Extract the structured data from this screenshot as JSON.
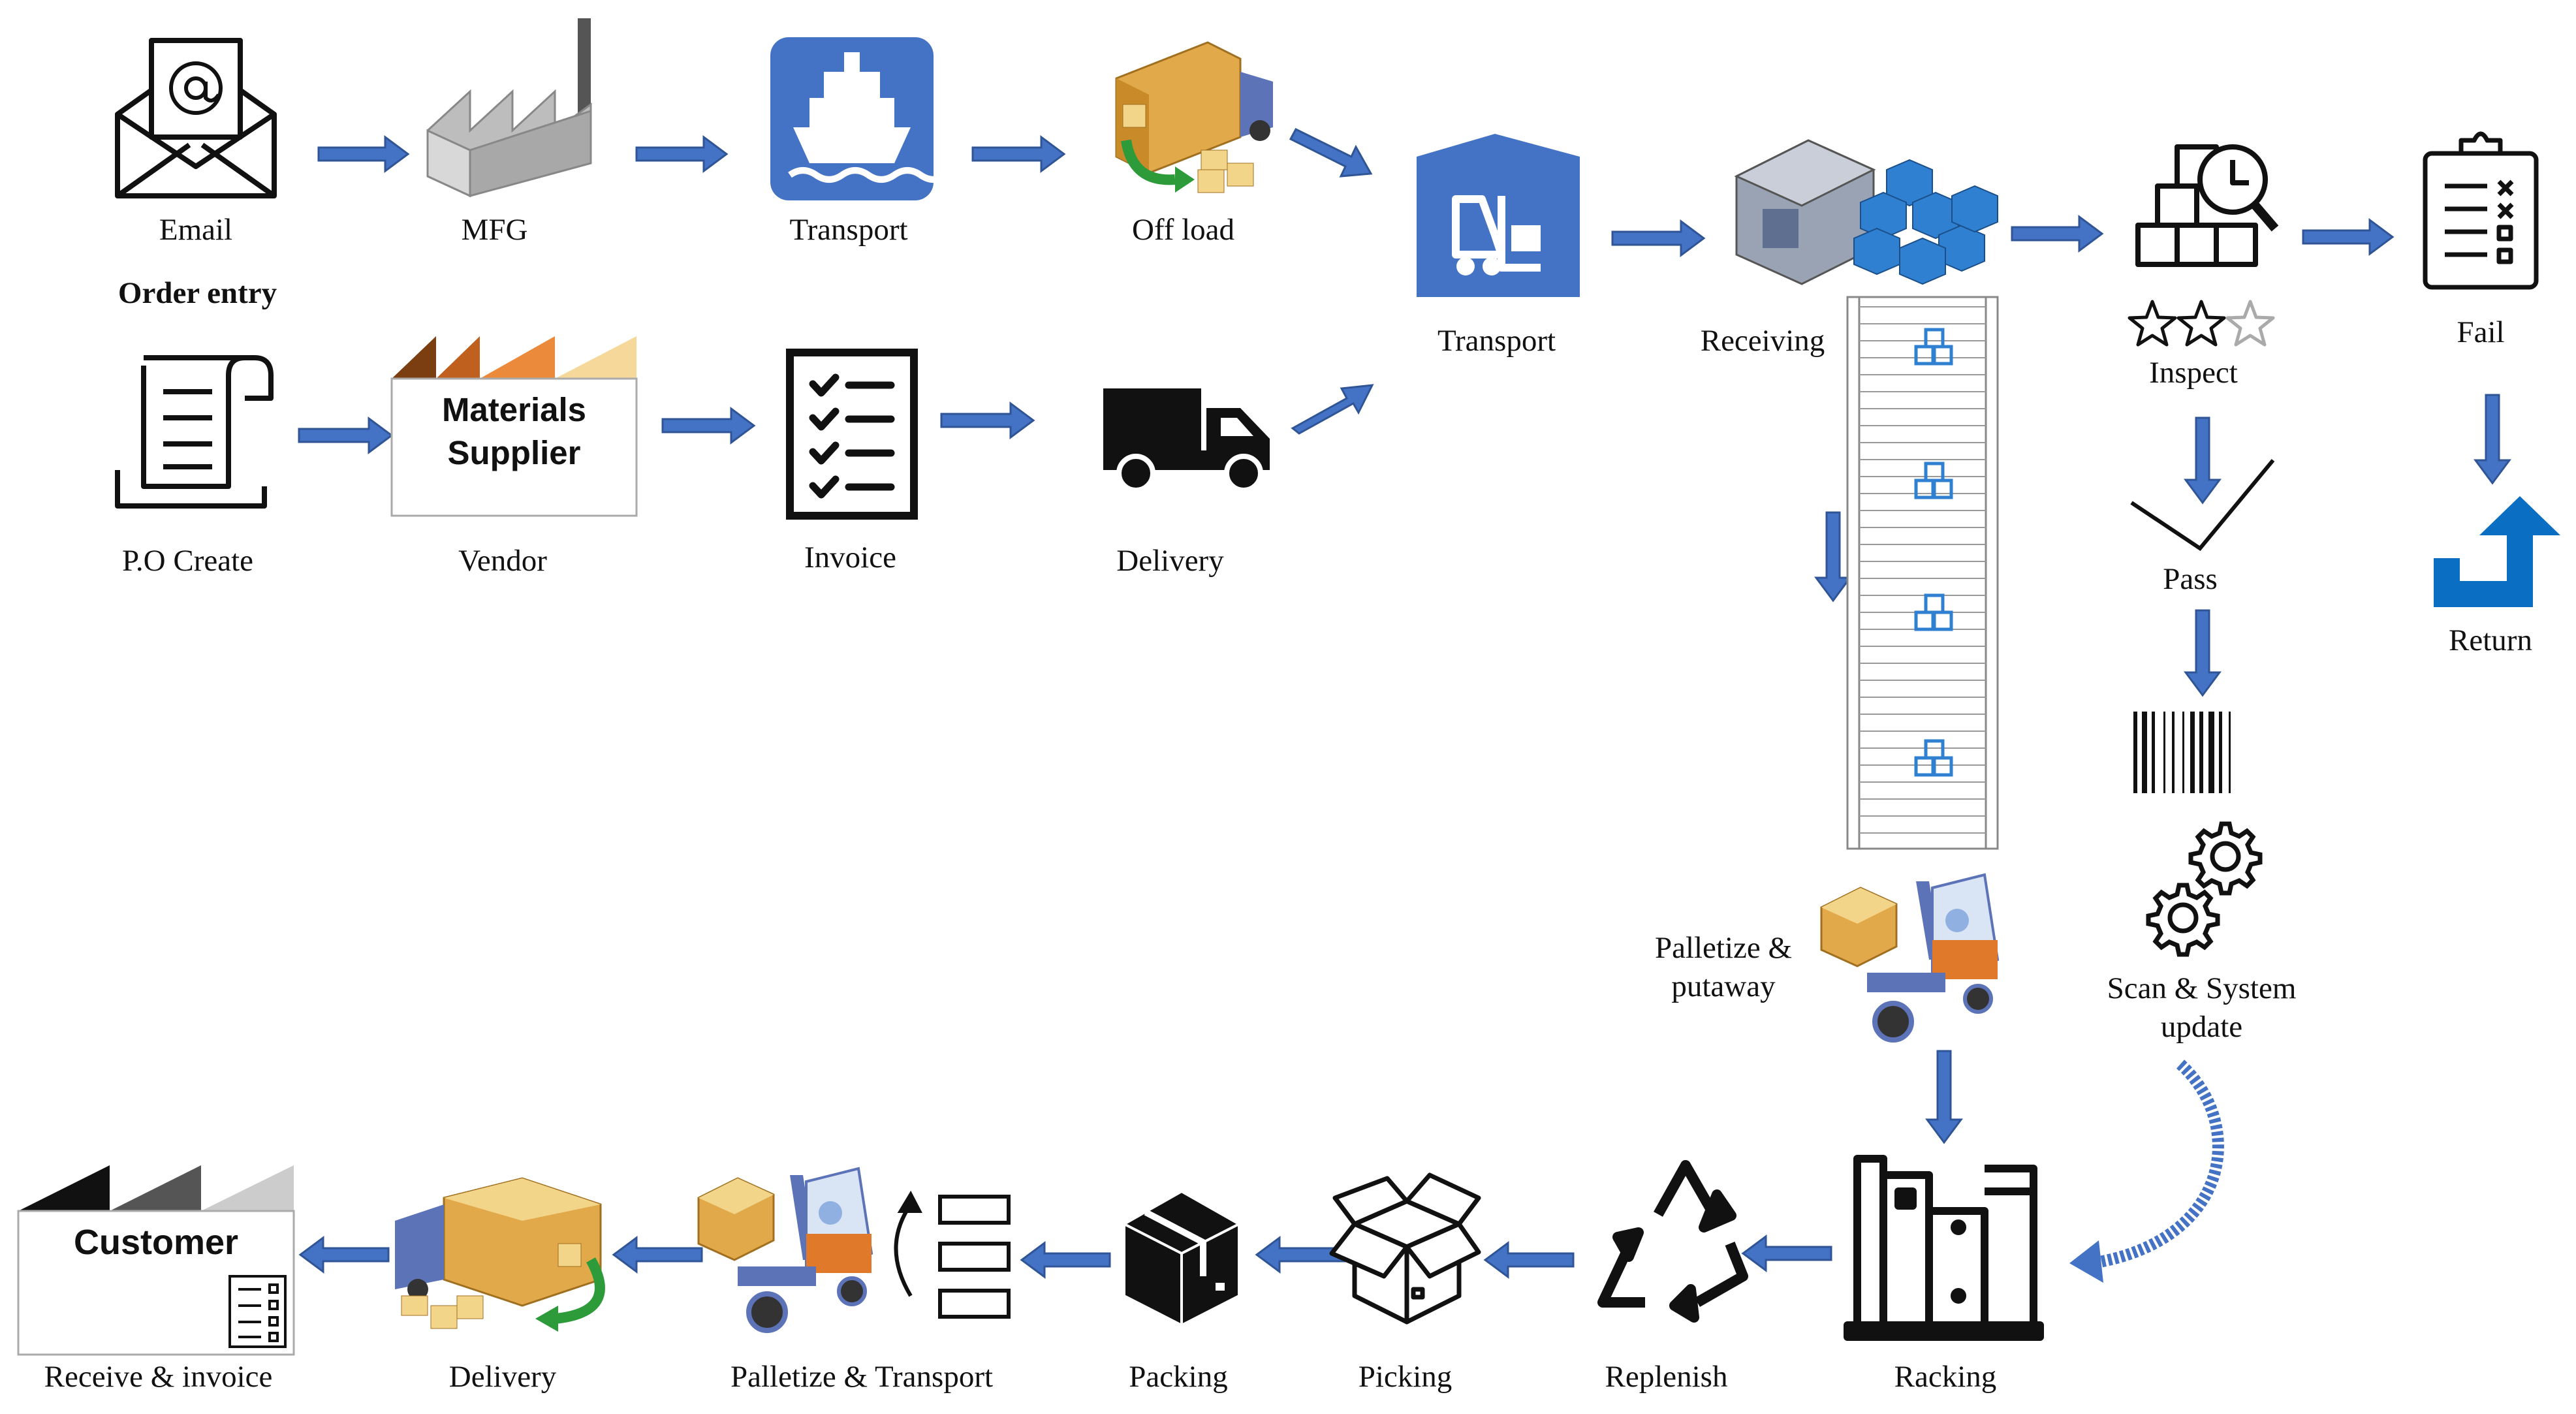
{
  "labels": {
    "email": "Email",
    "mfg": "MFG",
    "transport_top": "Transport",
    "offload": "Off load",
    "order_entry": "Order entry",
    "po_create": "P.O Create",
    "materials_supplier_l1": "Materials",
    "materials_supplier_l2": "Supplier",
    "vendor": "Vendor",
    "invoice": "Invoice",
    "delivery_top": "Delivery",
    "transport_mid": "Transport",
    "receiving": "Receiving",
    "inspect": "Inspect",
    "fail": "Fail",
    "pass": "Pass",
    "return": "Return",
    "palletize_putaway_l1": "Palletize &",
    "palletize_putaway_l2": "putaway",
    "scan_update_l1": "Scan & System",
    "scan_update_l2": "update",
    "racking": "Racking",
    "replenish": "Replenish",
    "picking": "Picking",
    "packing": "Packing",
    "palletize_transport": "Palletize & Transport",
    "delivery_bottom": "Delivery",
    "customer": "Customer",
    "receive_invoice": "Receive & invoice"
  },
  "colors": {
    "arrow": "#4472C4",
    "icon_blue": "#4472C4",
    "box_blue": "#2F80D1",
    "return_blue": "#0A6FC2",
    "black": "#111111"
  },
  "icons": [
    "email-icon",
    "factory-icon",
    "ship-icon",
    "offload-truck-icon",
    "po-document-icon",
    "supplier-factory-icon",
    "checklist-icon",
    "delivery-truck-icon",
    "forklift-warehouse-icon",
    "warehouse-boxes-icon",
    "conveyor-icon",
    "inspect-boxes-icon",
    "star-rating-icon",
    "checkmark-icon",
    "barcode-icon",
    "gears-icon",
    "fail-clipboard-icon",
    "return-arrow-icon",
    "forklift-icon",
    "racking-icon",
    "recycle-icon",
    "open-box-icon",
    "closed-box-icon",
    "customer-factory-icon"
  ]
}
